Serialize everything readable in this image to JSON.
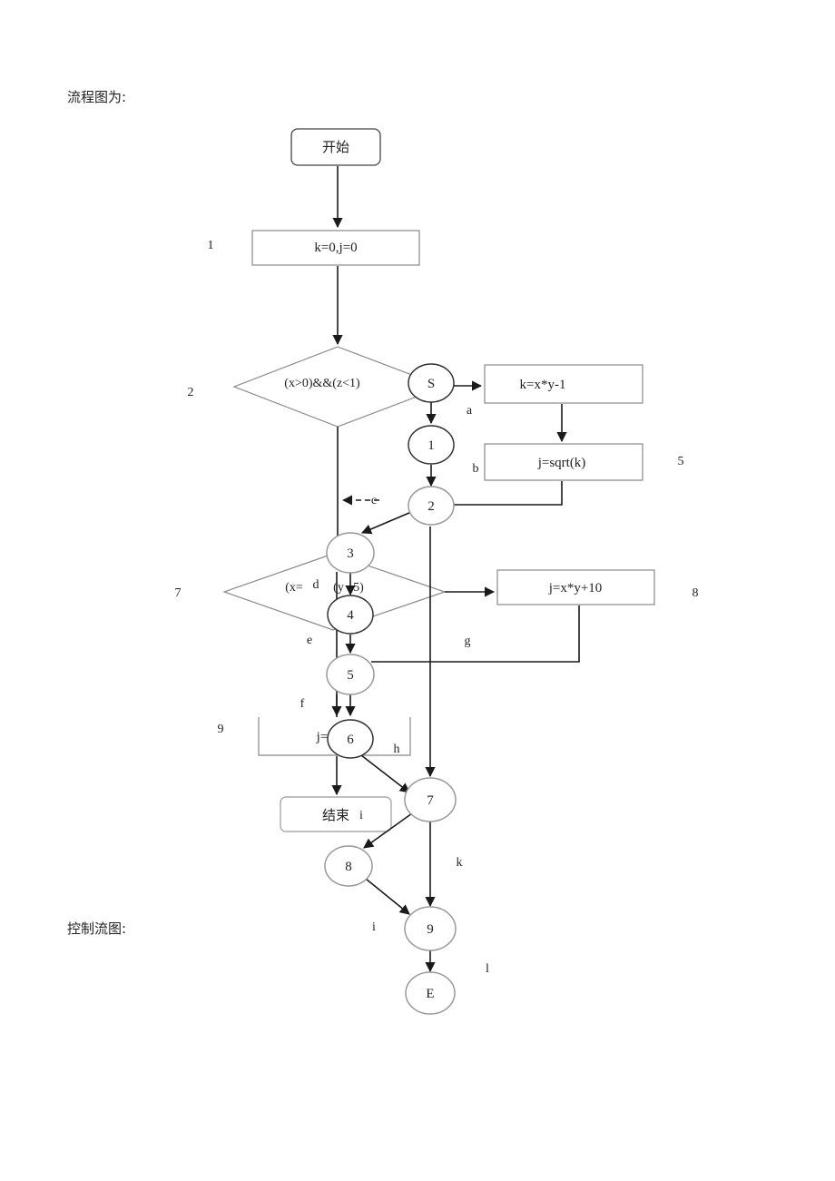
{
  "labels": {
    "flowchart_title": "流程图为:",
    "cfg_title": "控制流图:"
  },
  "flowchart": {
    "start": "开始",
    "init": "k=0,j=0",
    "cond1": "(x>0)&&(z<1)",
    "assign_k": "k=x*y-1",
    "assign_sqrt": "j=sqrt(k)",
    "cond2_left": "(x=",
    "cond2_right": "(y",
    "cond2_tail": "5)",
    "assign_j": "j=x*y+10",
    "partial_j": "j=",
    "end": "结束",
    "step_numbers": [
      "1",
      "2",
      "5",
      "7",
      "8",
      "9"
    ]
  },
  "cfg": {
    "nodes": [
      "S",
      "1",
      "2",
      "3",
      "4",
      "5",
      "6",
      "7",
      "8",
      "9",
      "E"
    ],
    "edges": [
      "a",
      "b",
      "c",
      "d",
      "e",
      "f",
      "g",
      "h",
      "i",
      "k",
      "i",
      "l"
    ]
  },
  "colors": {
    "line": "#1a1a1a",
    "shape_border": "#7a7a7a",
    "node_border": "#333333"
  }
}
